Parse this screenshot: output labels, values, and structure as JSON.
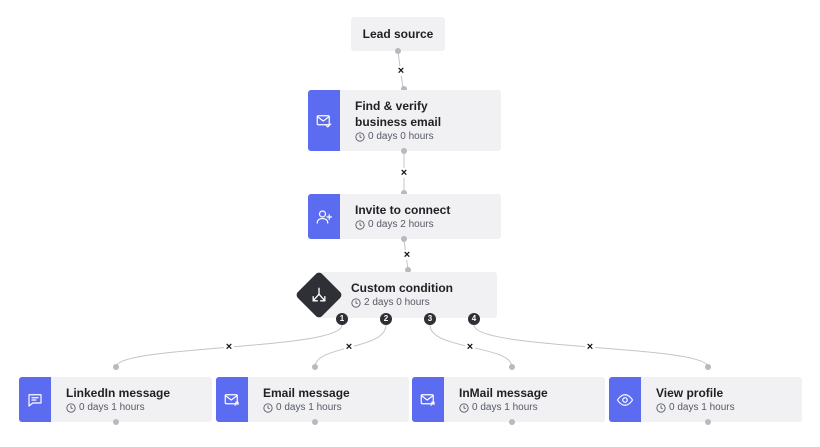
{
  "nodes": {
    "lead_source": {
      "title": "Lead source"
    },
    "find_verify": {
      "title_line1": "Find & verify",
      "title_line2": "business email",
      "duration": "0 days 0 hours"
    },
    "invite": {
      "title": "Invite to connect",
      "duration": "0 days 2 hours"
    },
    "condition": {
      "title": "Custom condition",
      "duration": "2 days 0 hours"
    },
    "linkedin_message": {
      "title": "LinkedIn message",
      "duration": "0 days 1 hours"
    },
    "email_message": {
      "title": "Email message",
      "duration": "0 days 1 hours"
    },
    "inmail_message": {
      "title": "InMail message",
      "duration": "0 days 1 hours"
    },
    "view_profile": {
      "title": "View profile",
      "duration": "0 days 1 hours"
    }
  },
  "branches": [
    "1",
    "2",
    "3",
    "4"
  ],
  "remove_symbol": "×",
  "colors": {
    "accent": "#5b6cf0",
    "node_bg": "#f1f1f3",
    "condition": "#2f3035"
  },
  "icons": [
    "mail-check-icon",
    "user-plus-icon",
    "split-icon",
    "message-icon",
    "mail-send-icon",
    "eye-icon",
    "clock-icon"
  ]
}
